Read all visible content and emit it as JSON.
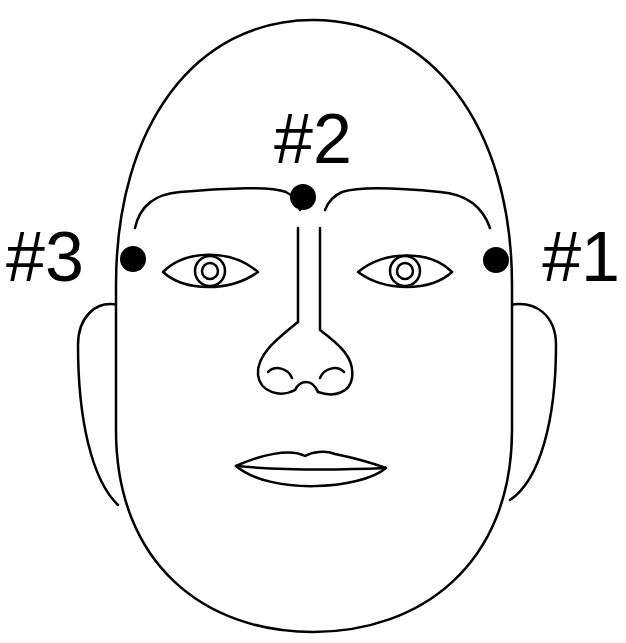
{
  "diagram": {
    "labels": [
      "#2",
      "#3",
      "#1"
    ]
  }
}
